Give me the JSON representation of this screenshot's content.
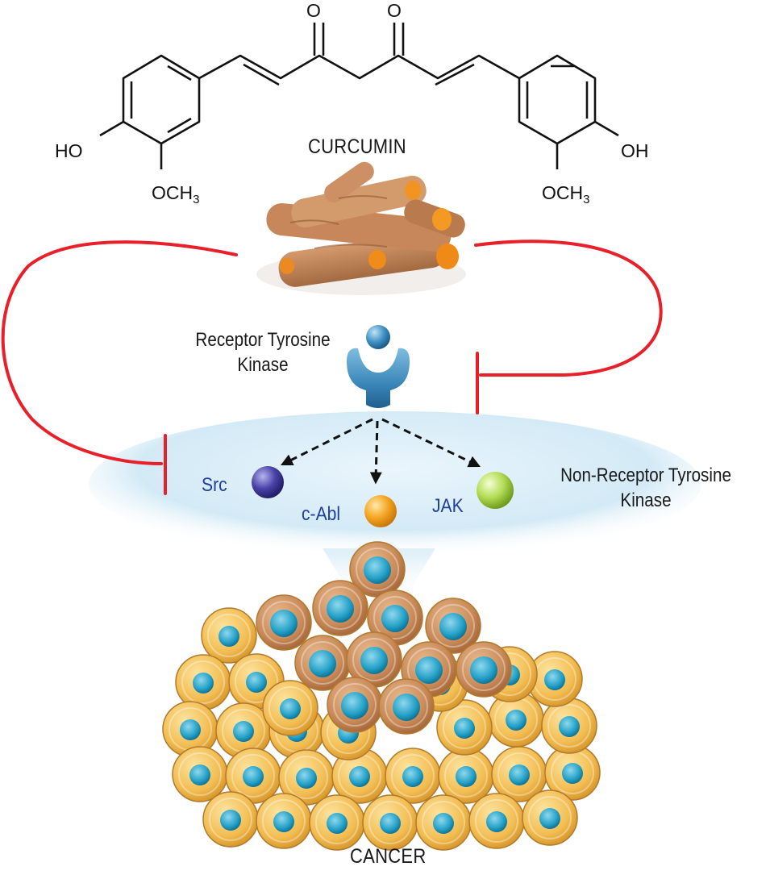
{
  "molecule": {
    "name": "CURCUMIN",
    "left_ho": "HO",
    "right_oh": "OH",
    "o_top_left": "O",
    "o_top_right": "O",
    "och3_left_main": "OCH",
    "och3_left_sub": "3",
    "och3_right_main": "OCH",
    "och3_right_sub": "3"
  },
  "receptor": {
    "line1": "Receptor Tyrosine",
    "line2": "Kinase"
  },
  "non_receptor": {
    "line1": "Non-Receptor Tyrosine",
    "line2": "Kinase"
  },
  "kinases": {
    "src": "Src",
    "cabl": "c-Abl",
    "jak": "JAK"
  },
  "footer": {
    "cancer": "CANCER"
  },
  "colors": {
    "inhibition": "#e8202a",
    "ellipse": "#d6ecf7",
    "receptor": "#3c86b8",
    "src": "#3b3494",
    "cabl": "#f2a51f",
    "jak": "#a8d54a",
    "cell_yellow": "#f1bd55",
    "cell_brown": "#c98c5c",
    "nucleus": "#2a9fc2"
  }
}
